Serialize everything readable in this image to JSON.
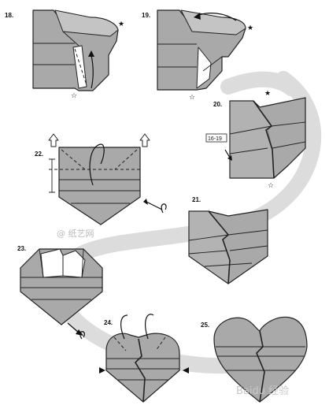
{
  "steps": [
    {
      "id": "18",
      "label": "18."
    },
    {
      "id": "19",
      "label": "19."
    },
    {
      "id": "20",
      "label": "20."
    },
    {
      "id": "21",
      "label": "21."
    },
    {
      "id": "22",
      "label": "22."
    },
    {
      "id": "23",
      "label": "23."
    },
    {
      "id": "24",
      "label": "24."
    },
    {
      "id": "25",
      "label": "25."
    }
  ],
  "step20_ref": "16-19",
  "symbols": {
    "star_filled": "★",
    "star_open": "☆"
  },
  "watermarks": {
    "center": "@ 纸艺网",
    "corner": "Baidu 经验"
  },
  "colors": {
    "paper": "#a9a9a9",
    "paper_light": "#c4c4c4",
    "swirl": "#dcdcdc",
    "background": "#ffffff"
  }
}
